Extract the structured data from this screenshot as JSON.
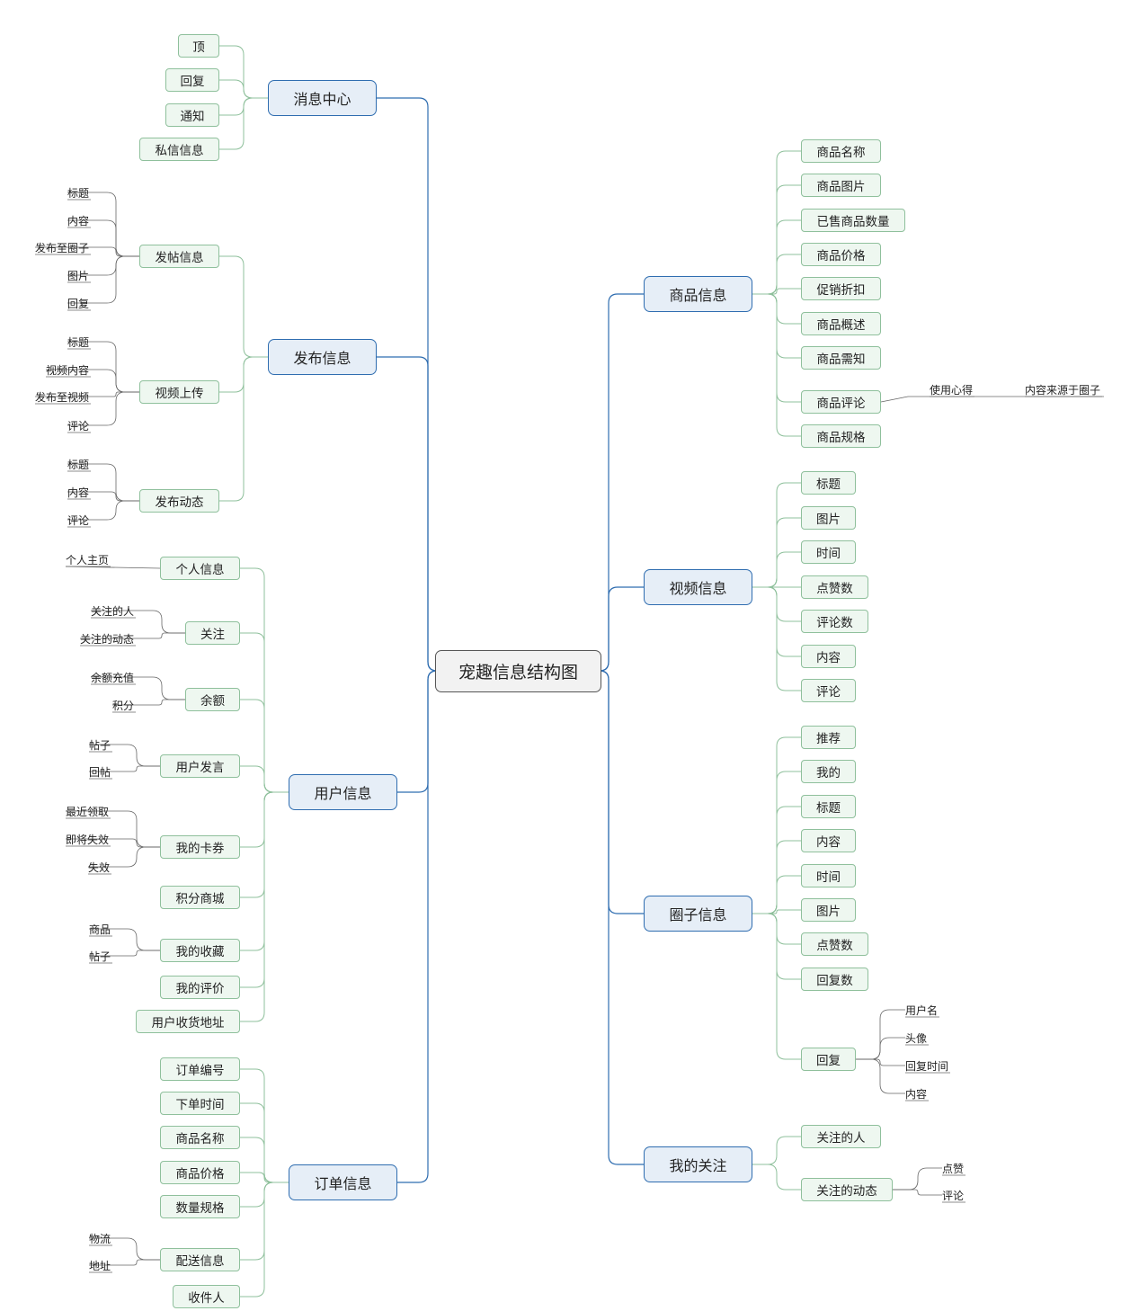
{
  "root": "宠趣信息结构图",
  "branches": {
    "msg": {
      "label": "消息中心",
      "children": [
        "顶",
        "回复",
        "通知",
        "私信信息"
      ]
    },
    "publish": {
      "label": "发布信息",
      "post": {
        "label": "发帖信息",
        "leaves": [
          "标题",
          "内容",
          "发布至圈子",
          "图片",
          "回复"
        ]
      },
      "video": {
        "label": "视频上传",
        "leaves": [
          "标题",
          "视频内容",
          "发布至视频",
          "评论"
        ]
      },
      "dynamic": {
        "label": "发布动态",
        "leaves": [
          "标题",
          "内容",
          "评论"
        ]
      }
    },
    "user": {
      "label": "用户信息",
      "profile": {
        "label": "个人信息",
        "leaves": [
          "个人主页"
        ]
      },
      "follow": {
        "label": "关注",
        "leaves": [
          "关注的人",
          "关注的动态"
        ]
      },
      "balance": {
        "label": "余额",
        "leaves": [
          "余额充值",
          "积分"
        ]
      },
      "speech": {
        "label": "用户发言",
        "leaves": [
          "帖子",
          "回帖"
        ]
      },
      "coupons": {
        "label": "我的卡券",
        "leaves": [
          "最近领取",
          "即将失效",
          "失效"
        ]
      },
      "mall": {
        "label": "积分商城"
      },
      "favorites": {
        "label": "我的收藏",
        "leaves": [
          "商品",
          "帖子"
        ]
      },
      "reviews": {
        "label": "我的评价"
      },
      "address": {
        "label": "用户收货地址"
      }
    },
    "order": {
      "label": "订单信息",
      "children": [
        "订单编号",
        "下单时间",
        "商品名称",
        "商品价格",
        "数量规格"
      ],
      "delivery": {
        "label": "配送信息",
        "leaves": [
          "物流",
          "地址"
        ]
      },
      "receiver": {
        "label": "收件人"
      }
    },
    "goods": {
      "label": "商品信息",
      "children": [
        "商品名称",
        "商品图片",
        "已售商品数量",
        "商品价格",
        "促销折扣",
        "商品概述",
        "商品需知"
      ],
      "review": {
        "label": "商品评论",
        "leaf": "使用心得",
        "leaf2": "内容来源于圈子"
      },
      "spec": {
        "label": "商品规格"
      }
    },
    "videoinfo": {
      "label": "视频信息",
      "children": [
        "标题",
        "图片",
        "时间",
        "点赞数",
        "评论数",
        "内容",
        "评论"
      ]
    },
    "circle": {
      "label": "圈子信息",
      "children": [
        "推荐",
        "我的",
        "标题",
        "内容",
        "时间",
        "图片",
        "点赞数",
        "回复数"
      ],
      "reply": {
        "label": "回复",
        "leaves": [
          "用户名",
          "头像",
          "回复时间",
          "内容"
        ]
      }
    },
    "myfollow": {
      "label": "我的关注",
      "people": {
        "label": "关注的人"
      },
      "dynamics": {
        "label": "关注的动态",
        "leaves": [
          "点赞",
          "评论"
        ]
      }
    }
  },
  "colors": {
    "main_line": "#2f6db0",
    "sub_line": "#8fc09c",
    "leaf_line": "#666666"
  }
}
